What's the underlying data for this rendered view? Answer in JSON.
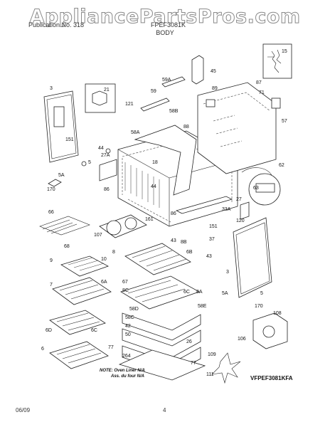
{
  "watermark": "AppliancePartsPros.com",
  "header": {
    "left": "Publication No. 318",
    "right": "FPEF3081K",
    "section_title": "BODY"
  },
  "footer": {
    "date": "06/09",
    "page": "4"
  },
  "diagram_code": "VFPEF3081KFA",
  "note_lines": [
    "NOTE: Oven Liner N/A",
    "Ass. du four N/A"
  ],
  "callouts": [
    "15",
    "45",
    "59A",
    "87",
    "89",
    "71",
    "3",
    "21",
    "59",
    "121",
    "58B",
    "88",
    "57",
    "151",
    "58A",
    "44",
    "27A",
    "5",
    "18",
    "62",
    "5A",
    "170",
    "86",
    "44",
    "63",
    "27",
    "33A",
    "66",
    "161",
    "86",
    "120",
    "107",
    "43",
    "8B",
    "151",
    "68",
    "37",
    "8",
    "6B",
    "43",
    "9",
    "10",
    "7",
    "6A",
    "3",
    "67",
    "8C",
    "6C",
    "8A",
    "5A",
    "5",
    "58D",
    "58E",
    "170",
    "58C",
    "42",
    "6D",
    "6C",
    "50",
    "108",
    "26",
    "106",
    "77",
    "264",
    "6",
    "109",
    "77",
    "111"
  ],
  "colors": {
    "line": "#222222",
    "watermark_stroke": "#8a8a8a",
    "background": "#ffffff"
  }
}
